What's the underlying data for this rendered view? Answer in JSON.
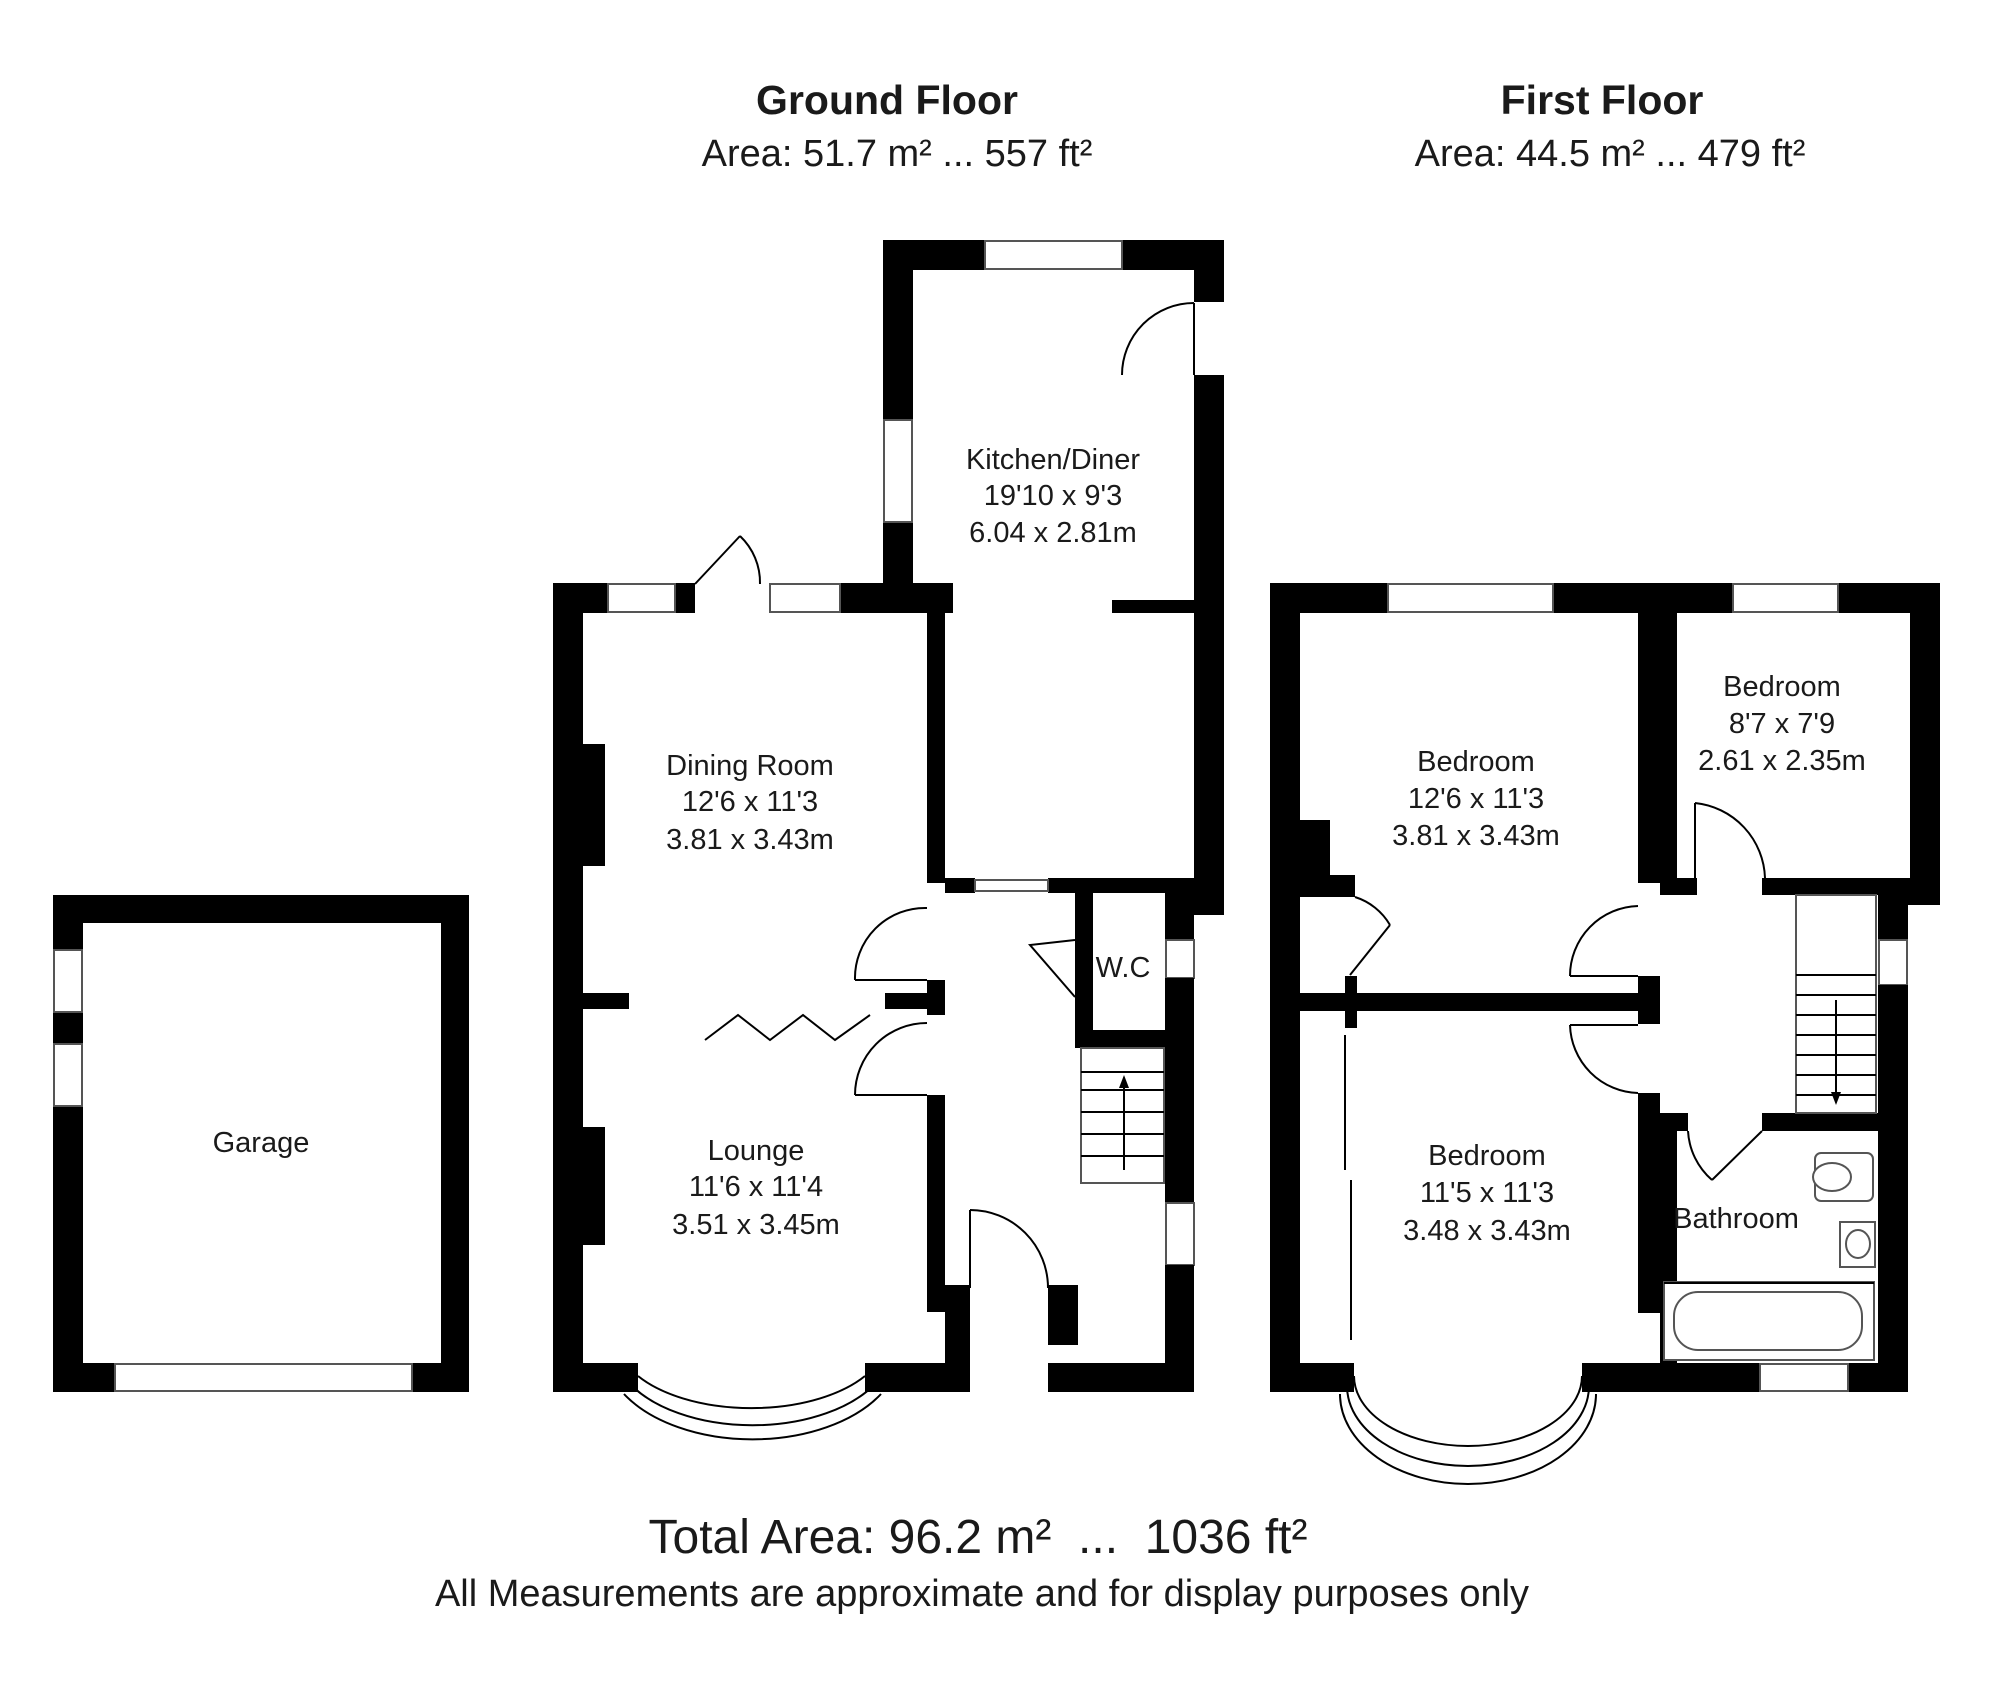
{
  "ground_floor": {
    "title": "Ground Floor",
    "area": "Area: 51.7 m² ... 557 ft²"
  },
  "first_floor": {
    "title": "First Floor",
    "area": "Area: 44.5 m² ... 479 ft²"
  },
  "rooms": {
    "garage": {
      "name": "Garage"
    },
    "kitchen": {
      "name": "Kitchen/Diner",
      "imperial": "19'10 x 9'3",
      "metric": "6.04 x 2.81m"
    },
    "dining": {
      "name": "Dining Room",
      "imperial": "12'6 x 11'3",
      "metric": "3.81 x 3.43m"
    },
    "wc": {
      "name": "W.C"
    },
    "lounge": {
      "name": "Lounge",
      "imperial": "11'6 x 11'4",
      "metric": "3.51 x 3.45m"
    },
    "bedroom1": {
      "name": "Bedroom",
      "imperial": "12'6 x 11'3",
      "metric": "3.81 x 3.43m"
    },
    "bedroom2": {
      "name": "Bedroom",
      "imperial": "8'7 x 7'9",
      "metric": "2.61 x 2.35m"
    },
    "bedroom3": {
      "name": "Bedroom",
      "imperial": "11'5 x 11'3",
      "metric": "3.48 x 3.43m"
    },
    "bathroom": {
      "name": "Bathroom"
    }
  },
  "footer": {
    "total": "Total Area: 96.2 m²  ...  1036 ft²",
    "disclaimer": "All Measurements are approximate and for display purposes only"
  }
}
